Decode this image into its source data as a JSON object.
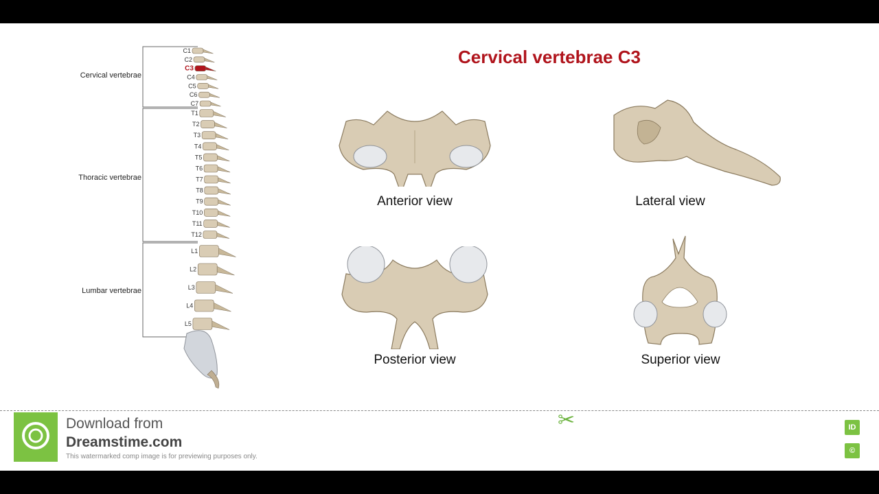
{
  "title": "Cervical vertebrae C3",
  "regions": {
    "cervical": "Cervical vertebrae",
    "thoracic": "Thoracic vertebrae",
    "lumbar": "Lumbar vertebrae"
  },
  "vertebrae": {
    "cervical": [
      "C1",
      "C2",
      "C3",
      "C4",
      "C5",
      "C6",
      "C7"
    ],
    "thoracic": [
      "T1",
      "T2",
      "T3",
      "T4",
      "T5",
      "T6",
      "T7",
      "T8",
      "T9",
      "T10",
      "T11",
      "T12"
    ],
    "lumbar": [
      "L1",
      "L2",
      "L3",
      "L4",
      "L5"
    ],
    "highlighted": "C3"
  },
  "views": {
    "anterior": "Anterior view",
    "lateral": "Lateral view",
    "posterior": "Posterior view",
    "superior": "Superior view"
  },
  "footer": {
    "line1": "Download from",
    "line2": "Dreamstime.com",
    "line3": "This watermarked comp image is for previewing purposes only.",
    "badge_id": "ID",
    "badge_copyright": "©"
  },
  "colors": {
    "highlight": "#b0141c",
    "bone": "#d9ccb4",
    "brand": "#7cc242"
  }
}
